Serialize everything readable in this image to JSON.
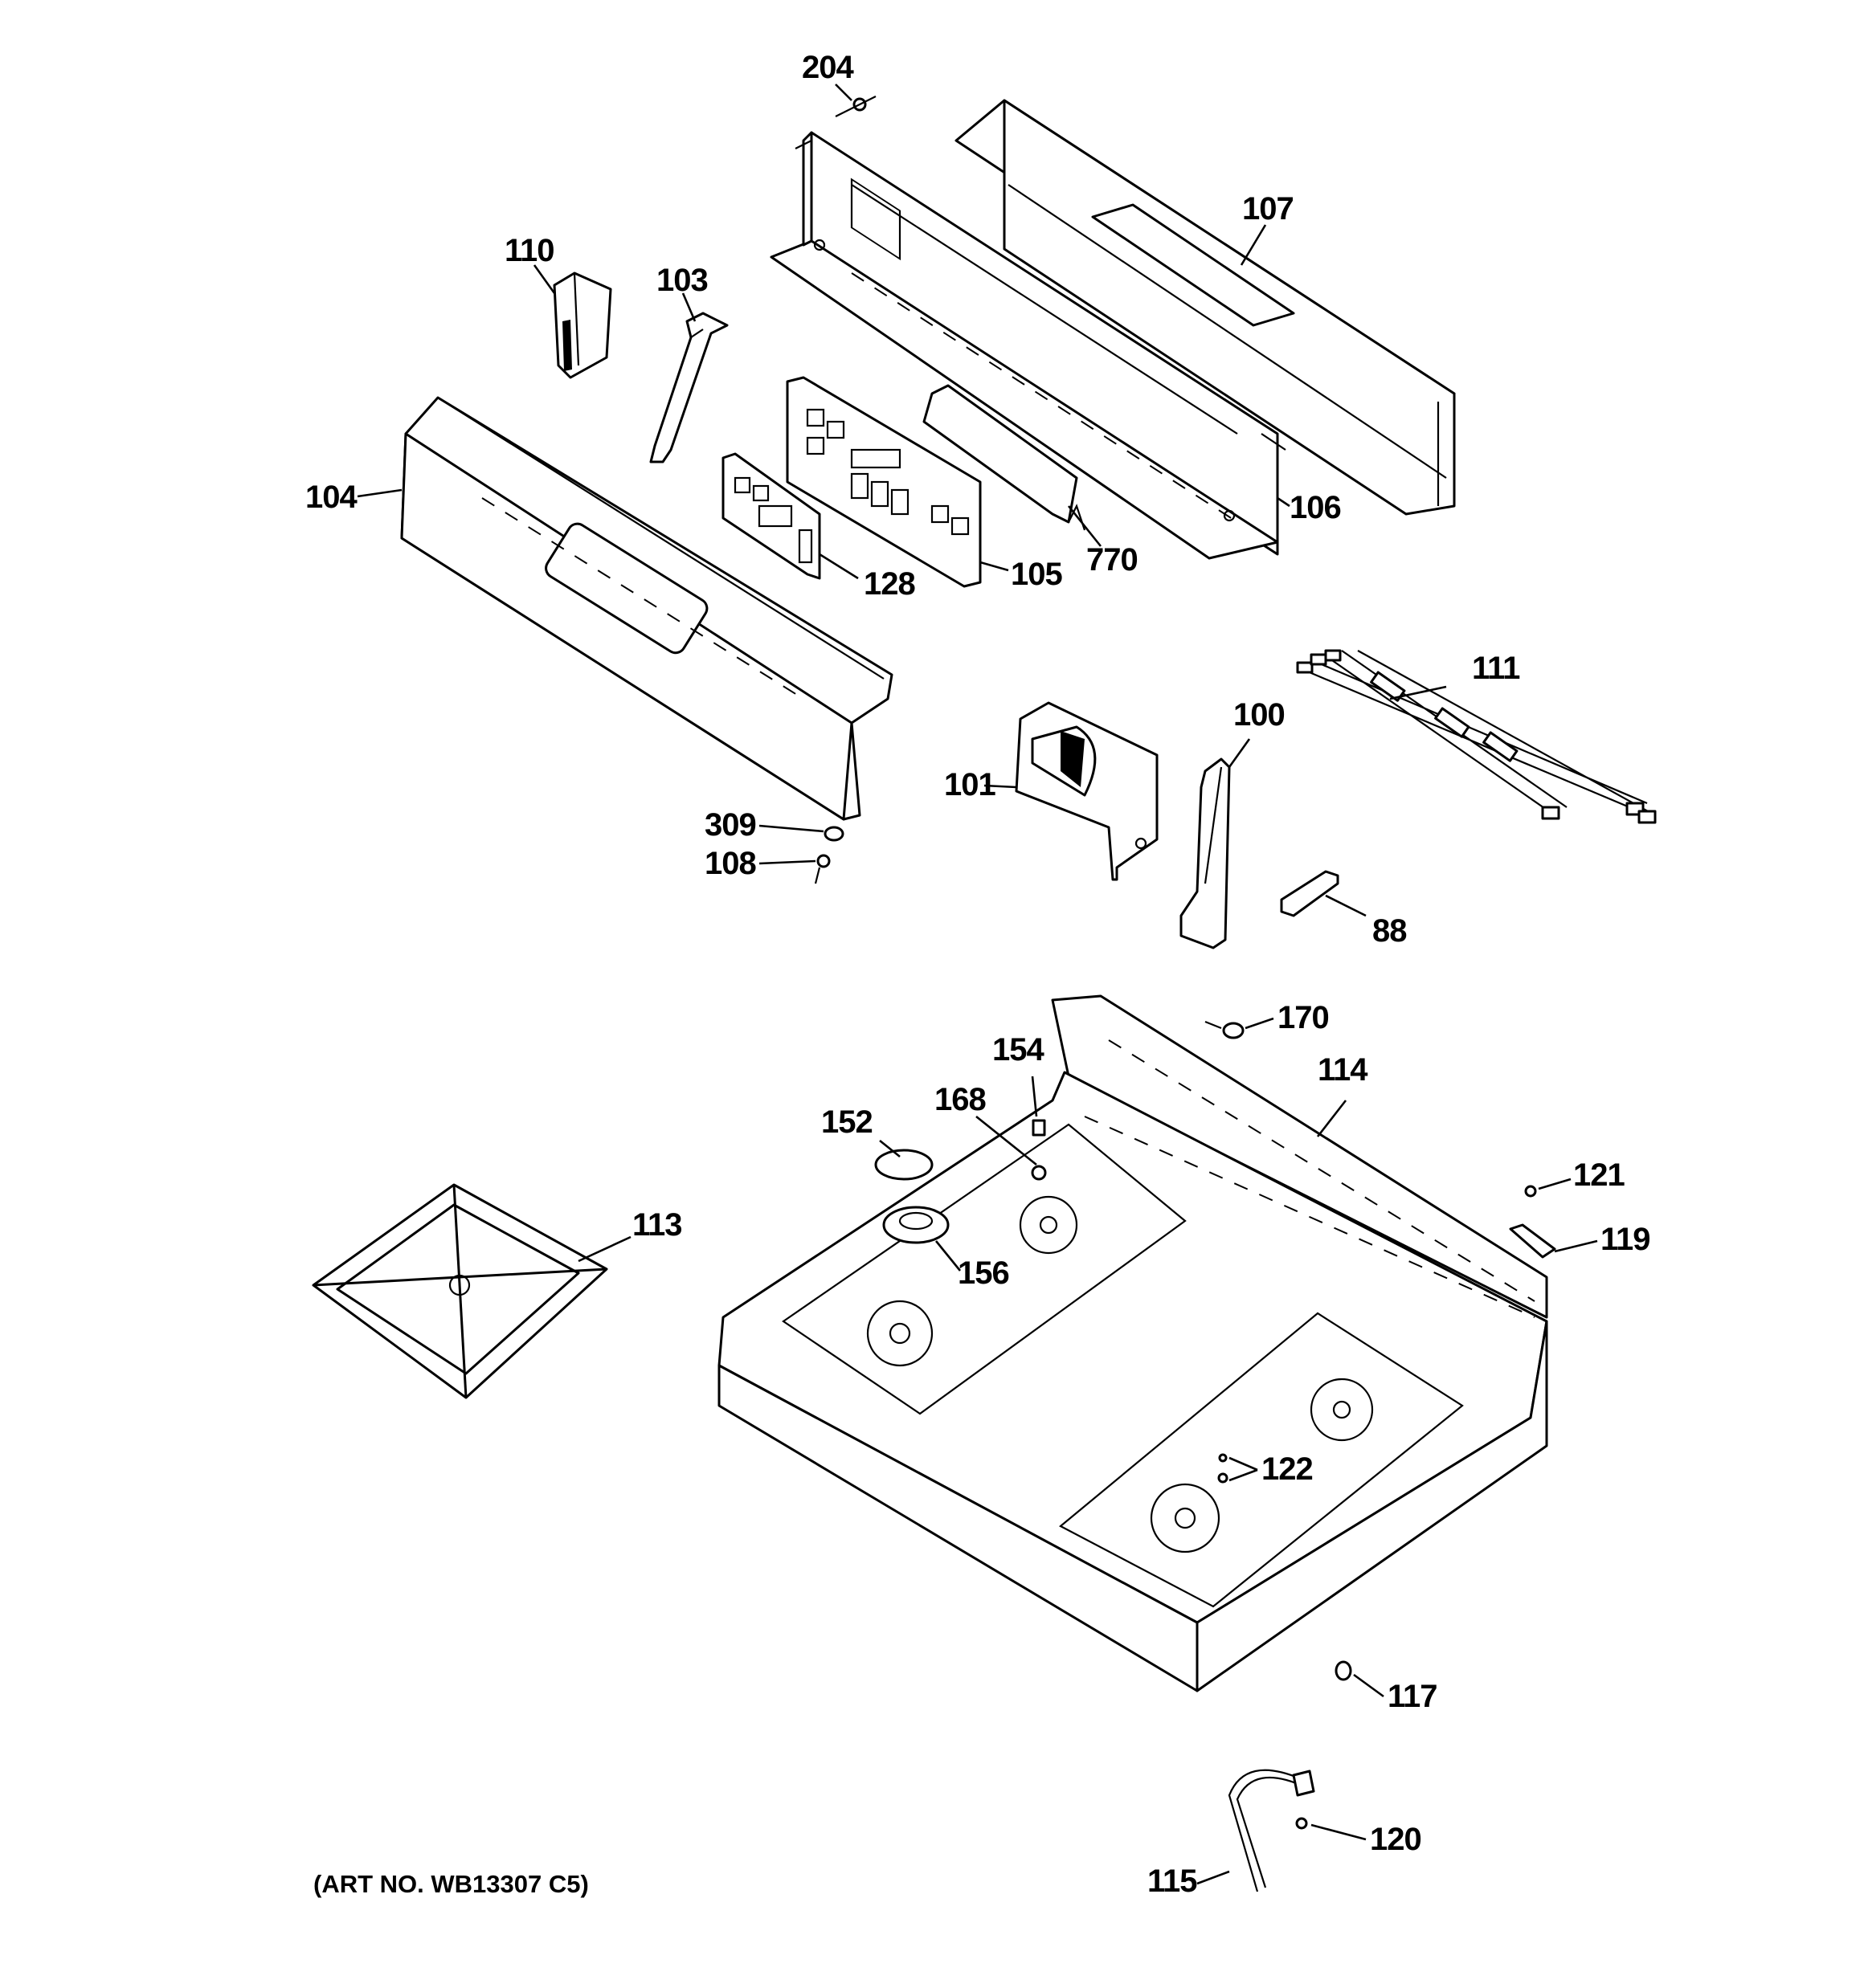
{
  "caption": "(ART NO. WB13307 C5)",
  "callouts": [
    {
      "id": "204",
      "text": "204"
    },
    {
      "id": "107",
      "text": "107"
    },
    {
      "id": "110",
      "text": "110"
    },
    {
      "id": "103",
      "text": "103"
    },
    {
      "id": "104",
      "text": "104"
    },
    {
      "id": "106",
      "text": "106"
    },
    {
      "id": "770",
      "text": "770"
    },
    {
      "id": "128",
      "text": "128"
    },
    {
      "id": "105",
      "text": "105"
    },
    {
      "id": "111",
      "text": "111"
    },
    {
      "id": "100",
      "text": "100"
    },
    {
      "id": "101",
      "text": "101"
    },
    {
      "id": "309",
      "text": "309"
    },
    {
      "id": "108",
      "text": "108"
    },
    {
      "id": "88",
      "text": "88"
    },
    {
      "id": "170",
      "text": "170"
    },
    {
      "id": "154",
      "text": "154"
    },
    {
      "id": "114",
      "text": "114"
    },
    {
      "id": "168",
      "text": "168"
    },
    {
      "id": "152",
      "text": "152"
    },
    {
      "id": "121",
      "text": "121"
    },
    {
      "id": "113",
      "text": "113"
    },
    {
      "id": "119",
      "text": "119"
    },
    {
      "id": "156",
      "text": "156"
    },
    {
      "id": "122",
      "text": "122"
    },
    {
      "id": "117",
      "text": "117"
    },
    {
      "id": "120",
      "text": "120"
    },
    {
      "id": "115",
      "text": "115"
    }
  ]
}
